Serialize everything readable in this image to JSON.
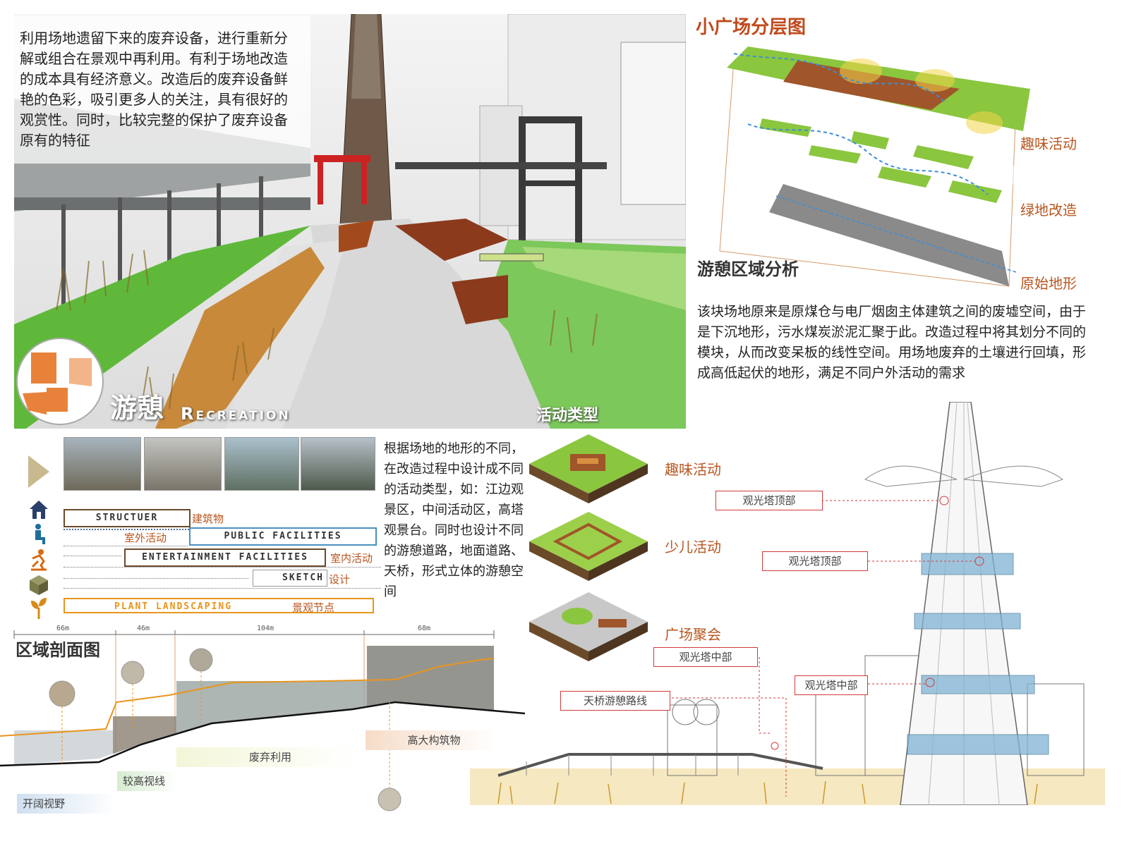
{
  "hero": {
    "intro_text": "利用场地遗留下来的废弃设备，进行重新分解或组合在景观中再利用。有利于场地改造的成本具有经济意义。改造后的废弃设备鲜艳的色彩，吸引更多人的关注，具有很好的观赏性。同时，比较完整的保护了废弃设备原有的特征",
    "title_cn": "游憩",
    "title_en": "Recreation",
    "activity_type_label": "活动类型"
  },
  "layer_diagram": {
    "title": "小广场分层图",
    "layers": [
      "趣味活动",
      "绿地改造",
      "原始地形"
    ]
  },
  "recreation_analysis": {
    "title": "游憩区域分析",
    "text": "该块场地原来是原煤仓与电厂烟囱主体建筑之间的废墟空间，由于是下沉地形，污水煤炭淤泥汇聚于此。改造过程中将其划分不同的模块，从而改变呆板的线性空间。用场地废弃的土壤进行回填，形成高低起伏的地形，满足不同户外活动的需求"
  },
  "activity_text": "根据场地的地形的不同，在改造过程中设计成不同的活动类型，如：江边观景区，中间活动区，高塔观景台。同时也设计不同的游憩道路，地面道路、天桥，形式立体的游憩空间",
  "activities": [
    "趣味活动",
    "少儿活动",
    "广场聚会"
  ],
  "legend": {
    "items": [
      {
        "en": "STRUCTUER",
        "cn": "建筑物",
        "icon": "house-icon"
      },
      {
        "en": "PUBLIC FACILITIES",
        "cn": "室外活动",
        "icon": "bench-icon"
      },
      {
        "en": "ENTERTAINMENT FACILITIES",
        "cn": "室内活动",
        "icon": "skater-icon"
      },
      {
        "en": "SKETCH",
        "cn": "设计",
        "icon": "cube-icon"
      },
      {
        "en": "PLANT LANDSCAPING",
        "cn": "景观节点",
        "icon": "sprout-icon"
      }
    ],
    "colors": {
      "brown": "#6b4a2a",
      "blue": "#4a90c0",
      "orange": "#e8951c"
    }
  },
  "section": {
    "title": "区域剖面图",
    "dimensions": [
      "66m",
      "46m",
      "104m",
      "68m"
    ],
    "labels": [
      "开阔视野",
      "较高视线",
      "废弃利用",
      "高大构筑物"
    ]
  },
  "tower": {
    "tags": [
      "观光塔顶部",
      "观光塔顶部",
      "观光塔中部",
      "观光塔中部",
      "天桥游憩路线"
    ]
  }
}
